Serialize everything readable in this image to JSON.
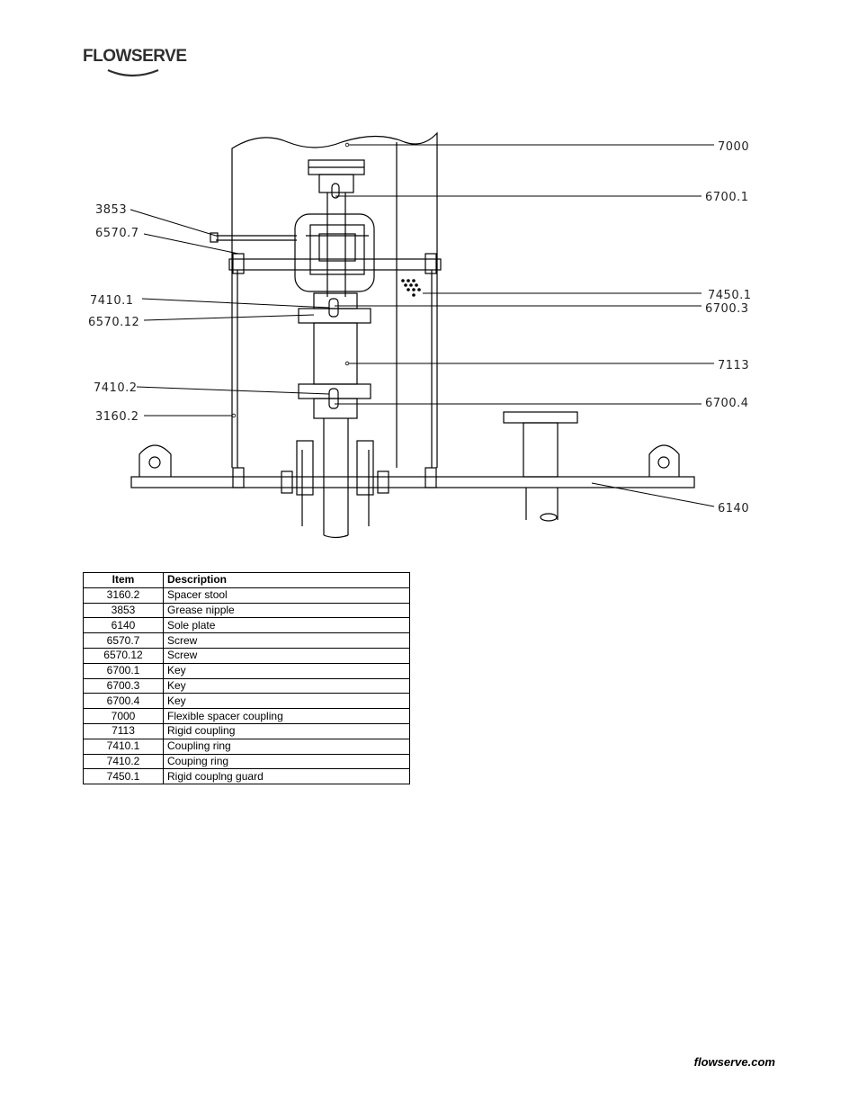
{
  "brand": {
    "logo_text": "FLOWSERVE"
  },
  "drawing": {
    "callouts": {
      "c7000": "7000",
      "c6700_1": "6700.1",
      "c3853": "3853",
      "c6570_7": "6570.7",
      "c7450_1": "7450.1",
      "c6700_3": "6700.3",
      "c7410_1": "7410.1",
      "c6570_12": "6570.12",
      "c7113": "7113",
      "c7410_2": "7410.2",
      "c6700_4": "6700.4",
      "c3160_2": "3160.2",
      "c6140": "6140"
    }
  },
  "table": {
    "headers": {
      "item": "Item",
      "description": "Description"
    },
    "rows": [
      {
        "item": "3160.2",
        "description": "Spacer stool"
      },
      {
        "item": "3853",
        "description": "Grease nipple"
      },
      {
        "item": "6140",
        "description": "Sole plate"
      },
      {
        "item": "6570.7",
        "description": "Screw"
      },
      {
        "item": "6570.12",
        "description": "Screw"
      },
      {
        "item": "6700.1",
        "description": "Key"
      },
      {
        "item": "6700.3",
        "description": "Key"
      },
      {
        "item": "6700.4",
        "description": "Key"
      },
      {
        "item": "7000",
        "description": "Flexible spacer coupling"
      },
      {
        "item": "7113",
        "description": "Rigid coupling"
      },
      {
        "item": "7410.1",
        "description": "Coupling ring"
      },
      {
        "item": "7410.2",
        "description": "Couping ring"
      },
      {
        "item": "7450.1",
        "description": "Rigid couplng guard"
      }
    ]
  },
  "footer": {
    "url": "flowserve.com"
  }
}
